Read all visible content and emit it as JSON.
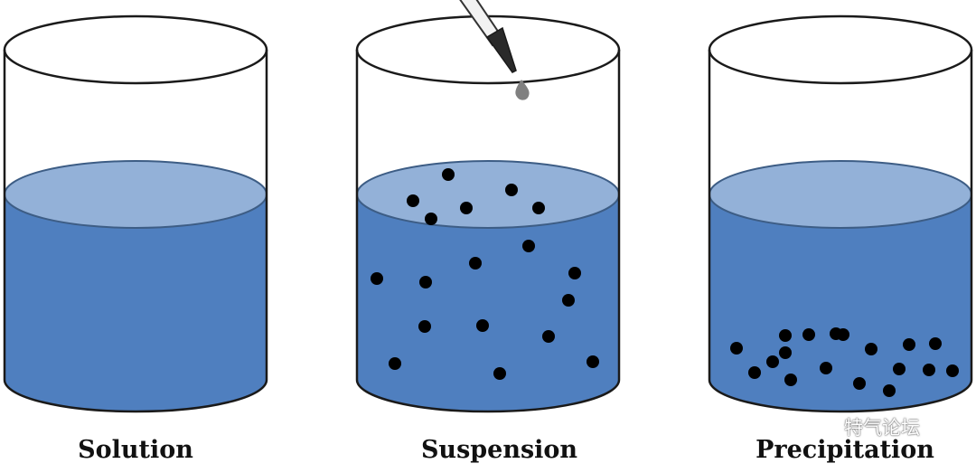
{
  "beakers": [
    {
      "label": "Solution",
      "particle_layout": "none"
    },
    {
      "label": "Suspension",
      "particle_layout": "dispersed",
      "has_dropper": true
    },
    {
      "label": "Precipitation",
      "particle_layout": "settled"
    }
  ],
  "watermark": {
    "text": "特气论坛",
    "icon": "wechat-icon"
  },
  "colors": {
    "liquid": "#4f7fbf",
    "liquid_surface": "#93b1d8",
    "liquid_edge": "#3d5d85",
    "outline": "#1a1a1a",
    "particle": "#000000",
    "dropper": "#808080"
  }
}
